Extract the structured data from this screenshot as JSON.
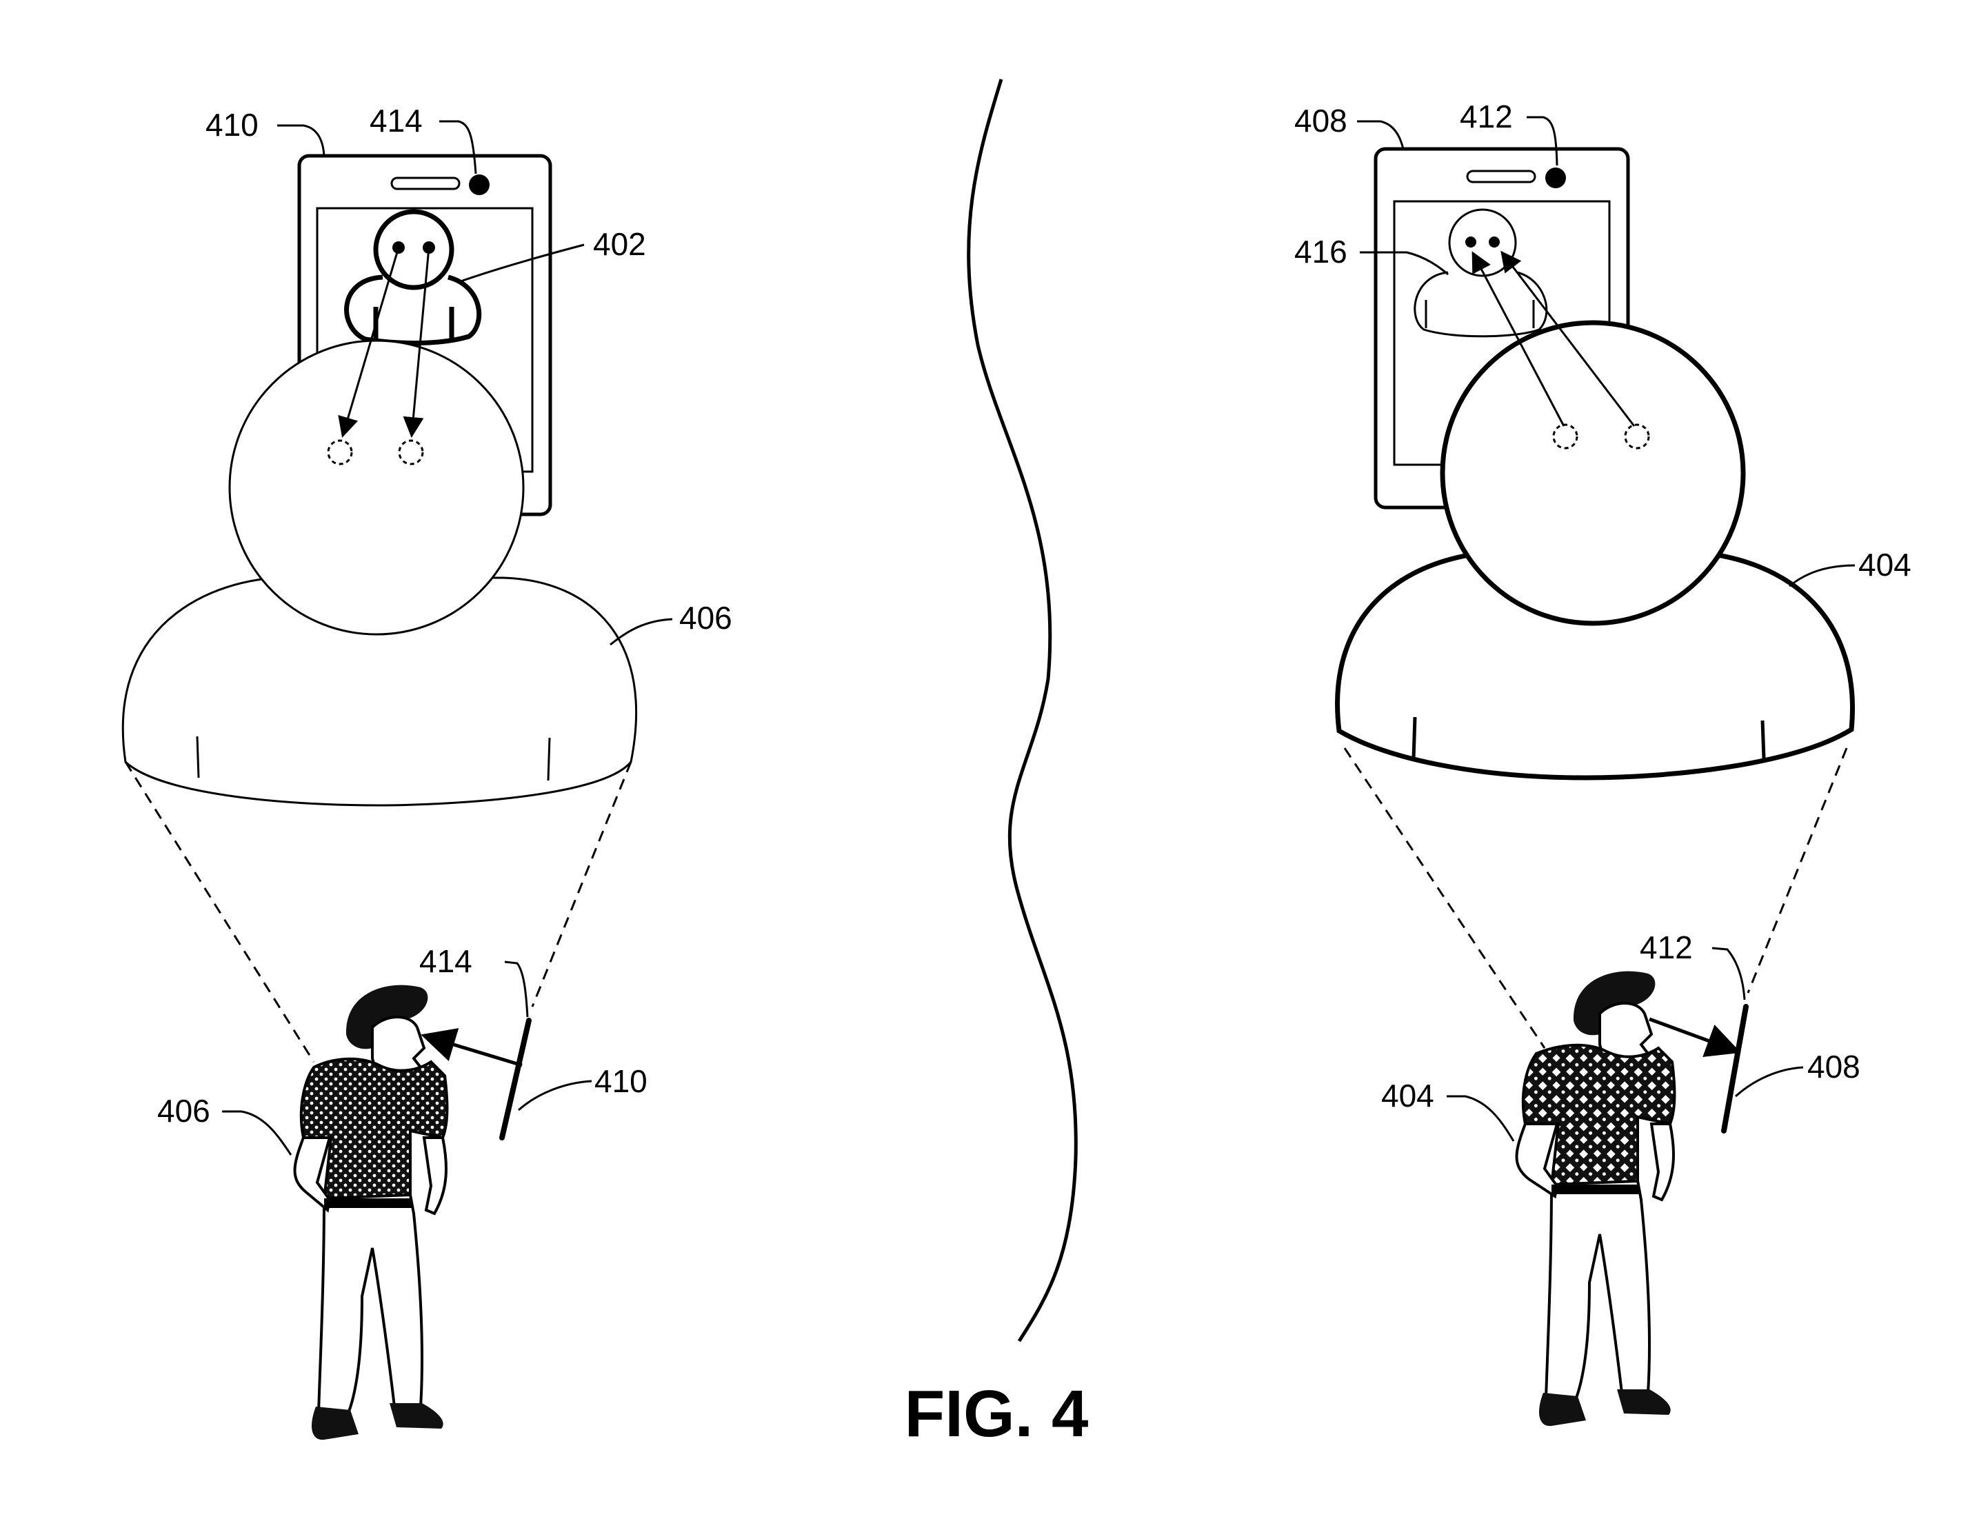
{
  "figure": {
    "caption": "FIG. 4"
  },
  "left_scene": {
    "device_label": "410",
    "camera_label": "414",
    "remote_avatar_label": "402",
    "local_avatar_label": "406",
    "person_label": "406",
    "small_camera_label": "414",
    "small_device_label": "410"
  },
  "right_scene": {
    "device_label": "408",
    "camera_label": "412",
    "displayed_avatar_label": "416",
    "local_avatar_label": "404",
    "person_label": "404",
    "small_camera_label": "412",
    "small_device_label": "408"
  },
  "colors": {
    "ink": "#000000",
    "paper": "#ffffff"
  }
}
